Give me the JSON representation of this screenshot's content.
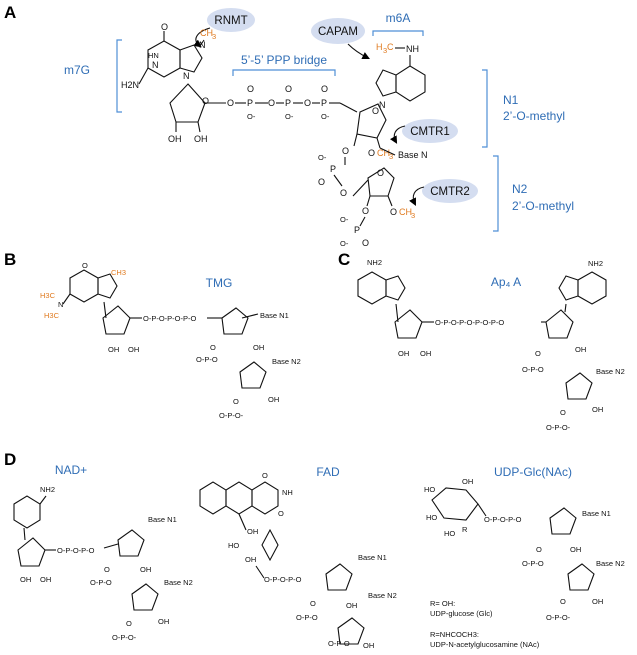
{
  "panels": {
    "a": "A",
    "b": "B",
    "c": "C",
    "d": "D"
  },
  "panel_a": {
    "enzymes": {
      "rnmt": "RNMT",
      "capam": "CAPAM",
      "cmtr1": "CMTR1",
      "cmtr2": "CMTR2"
    },
    "labels": {
      "m7g": "m7G",
      "m6a": "m6A",
      "ppp_bridge": "5’-5’ PPP bridge",
      "n1": "N1",
      "n1_sub": "2’-O-methyl",
      "n2": "N2",
      "n2_sub": "2’-O-methyl"
    },
    "atoms": {
      "ch3": "CH3",
      "h3c": "H3C",
      "nh": "NH",
      "h2n": "H2N",
      "o": "O",
      "oh": "OH",
      "p": "P",
      "base_n": "Base N",
      "ominus": "O-"
    }
  },
  "panel_b": {
    "title": "TMG",
    "base_n1": "Base N1",
    "base_n2": "Base N2"
  },
  "panel_c": {
    "title": "Ap₄ A",
    "nh2": "NH2",
    "base_n2": "Base N2"
  },
  "panel_d": {
    "nad": "NAD+",
    "fad": "FAD",
    "udp": "UDP-Glc(NAc)",
    "base_n1": "Base N1",
    "base_n2": "Base N2",
    "r": "R",
    "note1": "R= OH:",
    "note2": "UDP-glucose (Glc)",
    "note3": "R=NHCOCH3:",
    "note4": "UDP-N-acetylglucosamine (NAc)"
  }
}
